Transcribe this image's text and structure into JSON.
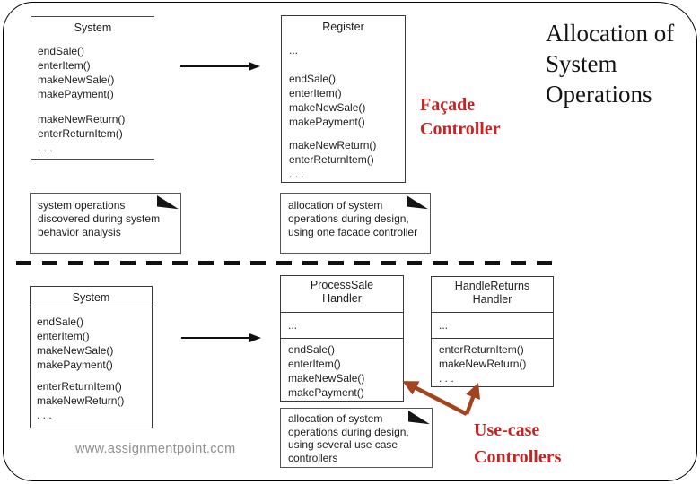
{
  "title": {
    "lines": [
      "Allocation of",
      "System",
      "Operations"
    ]
  },
  "labels": {
    "facade": {
      "lines": [
        "Façade",
        "Controller"
      ]
    },
    "use_case": {
      "lines": [
        "Use-case",
        "Controllers"
      ]
    }
  },
  "footer": "www.assignmentpoint.com",
  "colors": {
    "accent_red": "#c62323",
    "arrow_brown": "#a5431f"
  },
  "diagram": {
    "top_system": {
      "name": "System",
      "ops_group1": [
        "endSale()",
        "enterItem()",
        "makeNewSale()",
        "makePayment()"
      ],
      "ops_group2": [
        "makeNewReturn()",
        "enterReturnItem()"
      ],
      "ellipsis": ". . ."
    },
    "register": {
      "name": "Register",
      "attr_ellipsis": "...",
      "ops_group1": [
        "endSale()",
        "enterItem()",
        "makeNewSale()",
        "makePayment()"
      ],
      "ops_group2": [
        "makeNewReturn()",
        "enterReturnItem()"
      ],
      "ellipsis": ". . ."
    },
    "bottom_system": {
      "name": "System",
      "ops_group1": [
        "endSale()",
        "enterItem()",
        "makeNewSale()",
        "makePayment()"
      ],
      "ops_group2": [
        "enterReturnItem()",
        "makeNewReturn()"
      ],
      "ellipsis": ". . ."
    },
    "process_sale": {
      "name_lines": [
        "ProcessSale",
        "Handler"
      ],
      "attr_ellipsis": "...",
      "ops": [
        "endSale()",
        "enterItem()",
        "makeNewSale()",
        "makePayment()"
      ]
    },
    "handle_returns": {
      "name_lines": [
        "HandleReturns",
        "Handler"
      ],
      "attr_ellipsis": "...",
      "ops": [
        "enterReturnItem()",
        "makeNewReturn()"
      ],
      "ellipsis": ". . ."
    },
    "notes": [
      {
        "lines": [
          "system operations",
          "discovered during system",
          "behavior analysis"
        ]
      },
      {
        "lines": [
          "allocation of system",
          "operations during design,",
          "using one facade controller"
        ]
      },
      {
        "lines": [
          "allocation of system",
          "operations during design,",
          "using several use case",
          "controllers"
        ]
      }
    ]
  }
}
